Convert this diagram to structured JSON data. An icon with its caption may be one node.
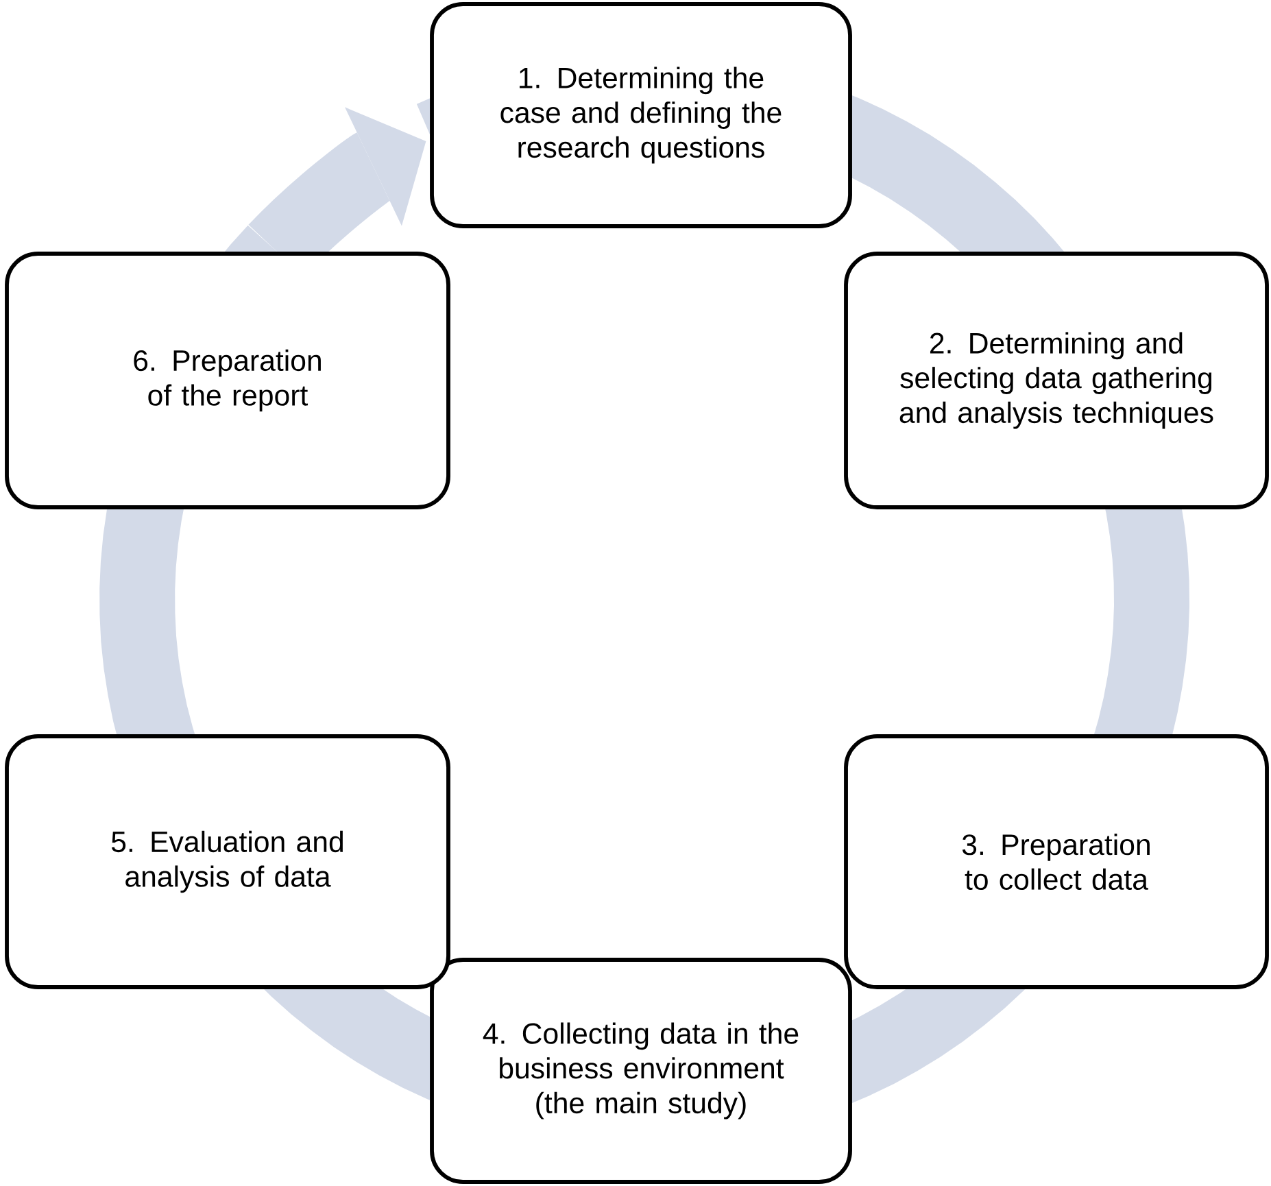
{
  "diagram": {
    "nodes": [
      {
        "text": [
          "1. Determining the case and defining the research questions"
        ]
      },
      {
        "text": [
          "2. Determining and selecting data gathering and analysis techniques"
        ]
      },
      {
        "text": [
          "3. Preparation to collect data"
        ]
      },
      {
        "text": [
          "4. Collecting data in the business environment (the main study)"
        ]
      },
      {
        "text": [
          "5. Evaluation and analysis of data"
        ]
      },
      {
        "text": [
          "6. Preparation of the report"
        ]
      }
    ]
  }
}
